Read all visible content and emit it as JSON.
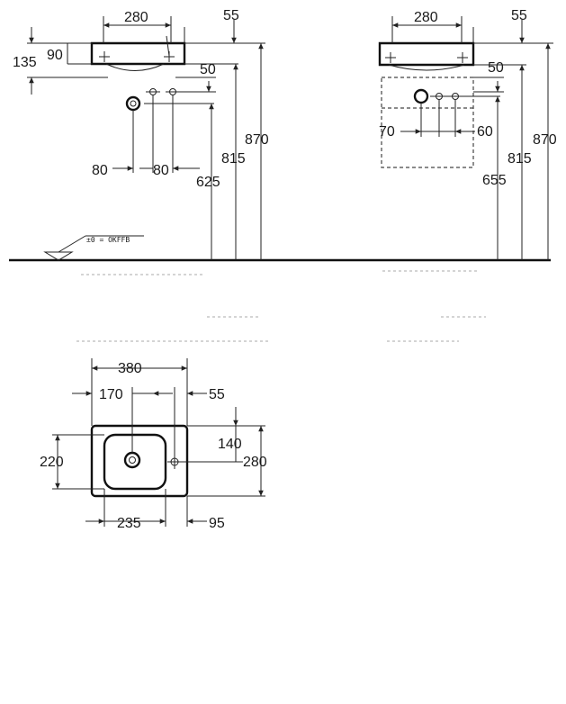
{
  "drawing": {
    "floor_label": "±0 = OKFFB",
    "front_view": {
      "width": "280",
      "right_offset": "55",
      "rim_depth": "90",
      "basin_depth": "135",
      "tap_offset": "50",
      "height_total": "870",
      "height_rim": "815",
      "height_outlet": "625",
      "spacing_left": "80",
      "spacing_right": "80"
    },
    "side_view": {
      "width": "280",
      "right_offset": "55",
      "tap_offset": "50",
      "spacing_left": "70",
      "spacing_right": "60",
      "height_total": "870",
      "height_rim": "815",
      "height_outlet": "655"
    },
    "plan_view": {
      "overall_width": "380",
      "tap_from_left": "170",
      "tap_from_right": "55",
      "depth_total": "280",
      "depth_tap": "140",
      "bowl_depth": "220",
      "bowl_width": "235",
      "bowl_right_margin": "95"
    }
  }
}
